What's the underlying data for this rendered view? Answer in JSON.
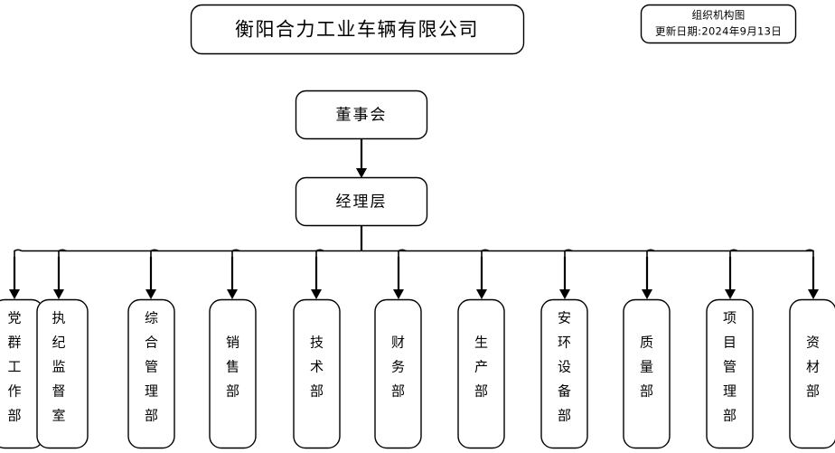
{
  "document": {
    "title": "组织机构图",
    "company": "衡阳合力工业车辆有限公司",
    "update_label": "更新日期:2024年9月13日",
    "background_color": "#ffffff",
    "line_color": "#000000",
    "box_fill": "#ffffff"
  },
  "hierarchy": {
    "level1": {
      "label": "董事会"
    },
    "level2": {
      "label": "经理层"
    }
  },
  "departments": [
    {
      "label": "党群工作部",
      "chars": [
        "党",
        "群",
        "工",
        "作",
        "部"
      ]
    },
    {
      "label": "执纪监督室",
      "chars": [
        "执",
        "纪",
        "监",
        "督",
        "室"
      ]
    },
    {
      "label": "综合管理部",
      "chars": [
        "综",
        "合",
        "管",
        "理",
        "部"
      ]
    },
    {
      "label": "销售部",
      "chars": [
        "销",
        "售",
        "部"
      ]
    },
    {
      "label": "技术部",
      "chars": [
        "技",
        "术",
        "部"
      ]
    },
    {
      "label": "财务部",
      "chars": [
        "财",
        "务",
        "部"
      ]
    },
    {
      "label": "生产部",
      "chars": [
        "生",
        "产",
        "部"
      ]
    },
    {
      "label": "安环设备部",
      "chars": [
        "安",
        "环",
        "设",
        "备",
        "部"
      ]
    },
    {
      "label": "质量部",
      "chars": [
        "质",
        "量",
        "部"
      ]
    },
    {
      "label": "项目管理部",
      "chars": [
        "项",
        "目",
        "管",
        "理",
        "部"
      ]
    },
    {
      "label": "资材部",
      "chars": [
        "资",
        "材",
        "部"
      ]
    }
  ],
  "chart_data": {
    "type": "diagram",
    "title": "组织机构图",
    "root": "衡阳合力工业车辆有限公司",
    "levels": [
      {
        "depth": 0,
        "nodes": [
          "衡阳合力工业车辆有限公司"
        ]
      },
      {
        "depth": 1,
        "nodes": [
          "董事会"
        ]
      },
      {
        "depth": 2,
        "nodes": [
          "经理层"
        ]
      },
      {
        "depth": 3,
        "nodes": [
          "党群工作部",
          "执纪监督室",
          "综合管理部",
          "销售部",
          "技术部",
          "财务部",
          "生产部",
          "安环设备部",
          "质量部",
          "项目管理部",
          "资材部"
        ]
      }
    ],
    "edges": [
      {
        "from": "董事会",
        "to": "经理层"
      },
      {
        "from": "经理层",
        "to": "党群工作部"
      },
      {
        "from": "经理层",
        "to": "执纪监督室"
      },
      {
        "from": "经理层",
        "to": "综合管理部"
      },
      {
        "from": "经理层",
        "to": "销售部"
      },
      {
        "from": "经理层",
        "to": "技术部"
      },
      {
        "from": "经理层",
        "to": "财务部"
      },
      {
        "from": "经理层",
        "to": "生产部"
      },
      {
        "from": "经理层",
        "to": "安环设备部"
      },
      {
        "from": "经理层",
        "to": "质量部"
      },
      {
        "from": "经理层",
        "to": "项目管理部"
      },
      {
        "from": "经理层",
        "to": "资材部"
      }
    ],
    "department_count": 11,
    "legend": "更新日期:2024年9月13日"
  }
}
